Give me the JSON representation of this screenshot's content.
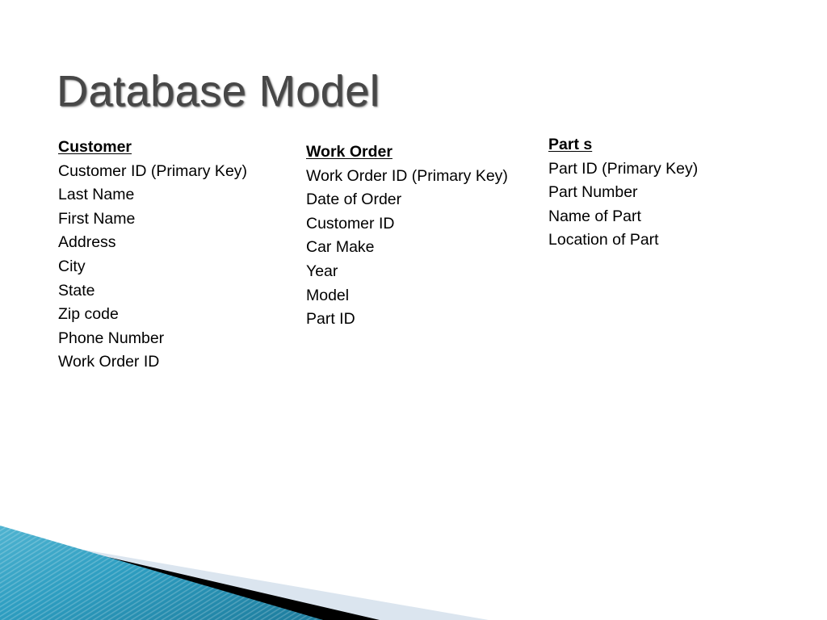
{
  "slide": {
    "title": "Database Model",
    "background_color": "#ffffff",
    "title_color": "#474747",
    "body_text_color": "#000000"
  },
  "decoration": {
    "name": "bottom-left-diagonal-banner",
    "teal_light": "#4fb3d0",
    "teal_mid": "#2e9ec1",
    "teal_dark": "#1f7fa0",
    "black_wedge": "#000000",
    "pale_wedge": "#dbe5ef"
  },
  "entities": [
    {
      "name": "Customer",
      "fields": [
        "Customer ID (Primary Key)",
        "Last Name",
        "First Name",
        "Address",
        "City",
        "State",
        "Zip code",
        "Phone Number",
        "Work Order ID"
      ]
    },
    {
      "name": "Work Order",
      "fields": [
        "Work Order ID (Primary Key)",
        "Date of Order",
        "Customer ID",
        "Car Make",
        "Year",
        "Model",
        "Part ID"
      ]
    },
    {
      "name": "Part s",
      "fields": [
        "Part ID (Primary Key)",
        "Part Number",
        "Name of Part",
        "Location of Part"
      ]
    }
  ]
}
